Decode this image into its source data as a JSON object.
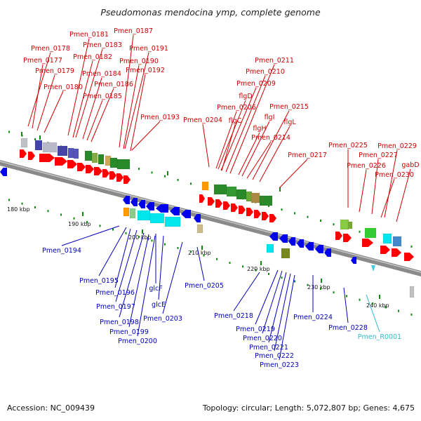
{
  "title": "Pseudomonas mendocina ymp, complete genome",
  "footer": {
    "accession": "Accession: NC_009439",
    "summary": "Topology: circular; Length: 5,072,807 bp; Genes: 4,675"
  },
  "colors": {
    "forward_label": "#cc0000",
    "reverse_label": "#0000bb",
    "rna_label": "#33bbcc",
    "backbone": "#777777",
    "forward_arrow": "#ff0000",
    "reverse_arrow": "#0000ee",
    "tick": "#118811"
  },
  "scale": {
    "ticks": [
      "180 kbp",
      "190 kbp",
      "200 kbp",
      "210 kbp",
      "220 kbp",
      "230 kbp",
      "240 kbp"
    ]
  },
  "labels_top": [
    "Pmen_0181",
    "Pmen_0187",
    "Pmen_0178",
    "Pmen_0183",
    "Pmen_0191",
    "Pmen_0177",
    "Pmen_0182",
    "Pmen_0190",
    "Pmen_0179",
    "Pmen_0184",
    "Pmen_0192",
    "Pmen_0180",
    "Pmen_0186",
    "Pmen_0185",
    "Pmen_0193",
    "Pmen_0211",
    "Pmen_0210",
    "Pmen_0209",
    "flgD",
    "Pmen_0206",
    "flgI",
    "flgC",
    "flgH",
    "Pmen_0215",
    "flgL",
    "Pmen_0204",
    "Pmen_0214",
    "Pmen_0217",
    "Pmen_0225",
    "Pmen_0229",
    "Pmen_0227",
    "Pmen_0226",
    "gabD",
    "Pmen_0230"
  ],
  "labels_bottom": [
    "Pmen_0194",
    "Pmen_0195",
    "Pmen_0196",
    "Pmen_0197",
    "glcF",
    "glcE",
    "Pmen_0198",
    "Pmen_0199",
    "Pmen_0200",
    "Pmen_0203",
    "Pmen_0205",
    "Pmen_0218",
    "Pmen_0219",
    "Pmen_0220",
    "Pmen_0221",
    "Pmen_0222",
    "Pmen_0223",
    "Pmen_0224",
    "Pmen_0228",
    "Pmen_R0001"
  ]
}
